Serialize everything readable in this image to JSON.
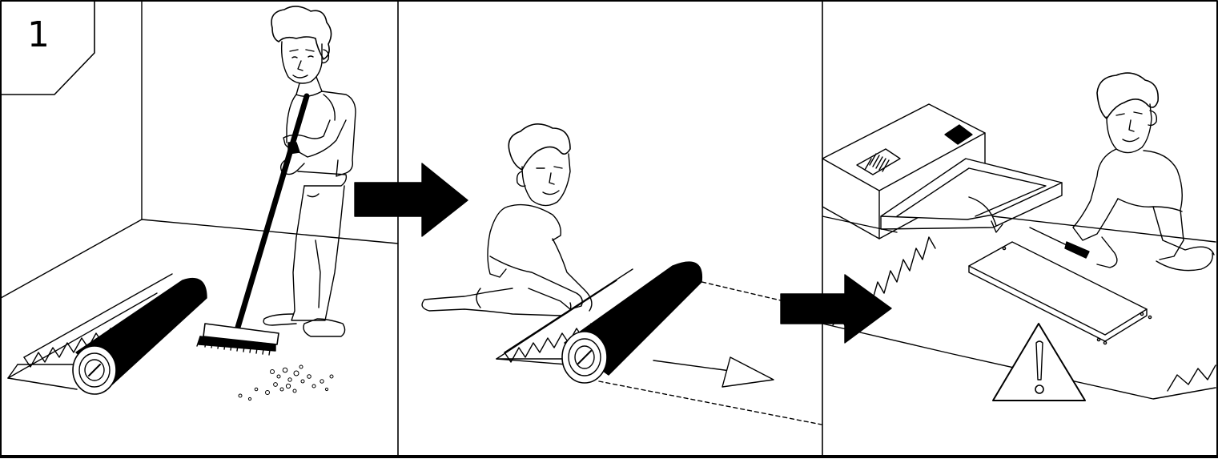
{
  "step": {
    "number": "1"
  },
  "panels": [
    {
      "name": "prepare-area",
      "arrow_to_next": true
    },
    {
      "name": "unroll-mat",
      "arrow_to_next": true
    },
    {
      "name": "unpack-parts",
      "arrow_to_next": false
    }
  ],
  "warning_icon": "exclamation-triangle-icon",
  "colors": {
    "ink": "#000000",
    "paper": "#ffffff"
  }
}
